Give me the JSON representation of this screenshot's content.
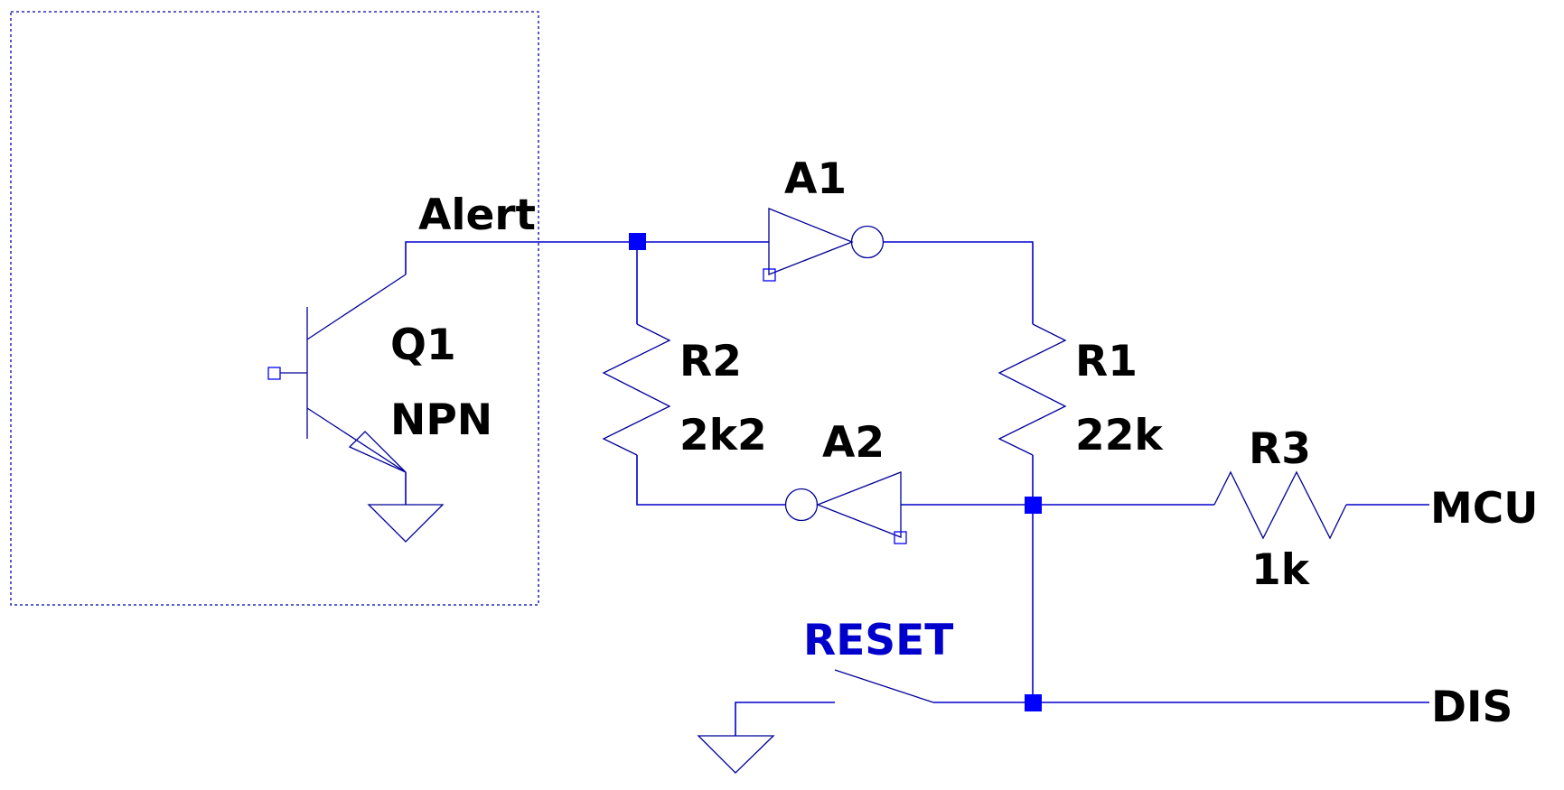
{
  "schematic": {
    "colors": {
      "wire": "#0000cc",
      "symbol": "#000099",
      "junction": "#0000ff",
      "label": "#000000",
      "switch_label": "#0000cc",
      "background": "#ffffff"
    },
    "transistor": {
      "ref": "Q1",
      "type": "NPN"
    },
    "nets": {
      "alert": "Alert",
      "mcu": "MCU",
      "dis": "DIS"
    },
    "gates": [
      {
        "ref": "A1",
        "kind": "inverter"
      },
      {
        "ref": "A2",
        "kind": "inverter"
      }
    ],
    "resistors": [
      {
        "ref": "R1",
        "value": "22k"
      },
      {
        "ref": "R2",
        "value": "2k2"
      },
      {
        "ref": "R3",
        "value": "1k"
      }
    ],
    "switch": {
      "ref": "RESET"
    },
    "grounds": [
      "ground",
      "ground"
    ]
  }
}
